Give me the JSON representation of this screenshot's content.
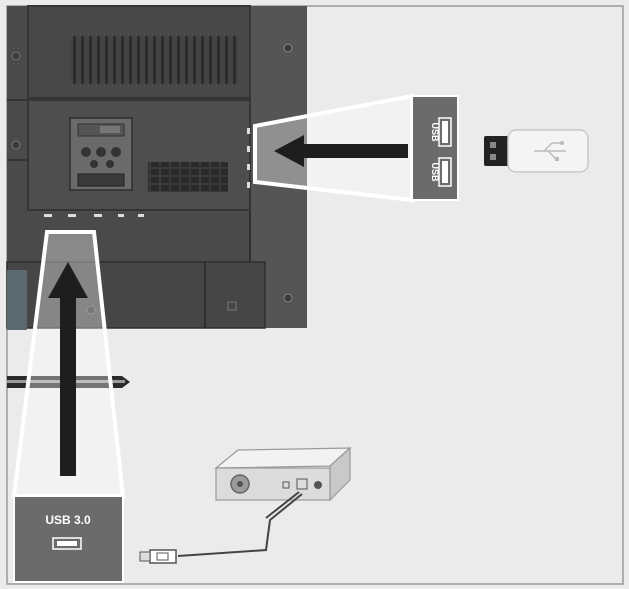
{
  "diagram": {
    "panel_labels": {
      "usb_top": "USB",
      "usb_bottom": "USB",
      "usb3": "USB 3.0"
    },
    "colors": {
      "background": "#ebebeb",
      "tv_body": "#505050",
      "tv_body_dark": "#3c3c3c",
      "panel_grey": "#6b6b6b",
      "arrow": "#1e1e1e",
      "highlight": "#ffffff"
    }
  }
}
